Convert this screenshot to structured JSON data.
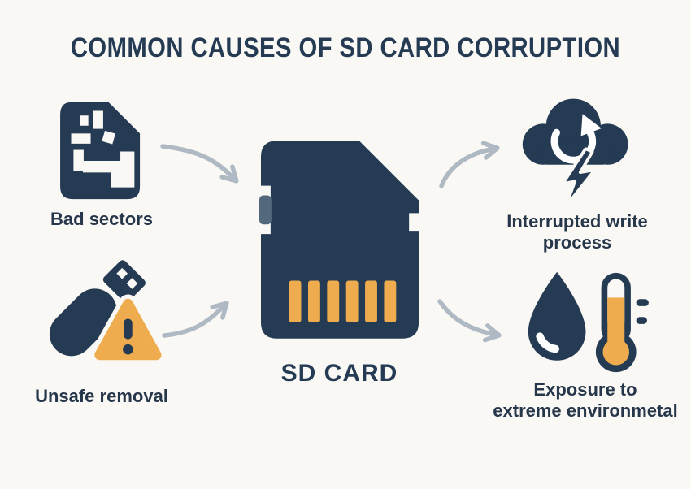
{
  "palette": {
    "background": "#FAF8F4",
    "navy": "#243B53",
    "orange": "#EFAC4E",
    "arrow_gray": "#AEB9C3",
    "slate": "#53687D",
    "text_navy": "#27374B"
  },
  "title": "COMMON CAUSES OF SD CARD CORRUPTION",
  "center": {
    "id": "sd-card",
    "label": "SD CARD",
    "icon": "sd-card-icon"
  },
  "causes": [
    {
      "id": "bad-sectors",
      "label": "Bad sectors",
      "icon": "bad-sectors-card-icon",
      "position": "top-left"
    },
    {
      "id": "unsafe-removal",
      "label": "Unsafe removal",
      "icon": "usb-drive-warning-icon",
      "position": "bottom-left"
    },
    {
      "id": "interrupted-write",
      "label": "Interrupted write\nprocess",
      "icon": "cloud-sync-lightning-icon",
      "position": "top-right"
    },
    {
      "id": "extreme-environment",
      "label": "Exposure to\nextreme environmetal",
      "icon": "water-drop-thermometer-icon",
      "position": "bottom-right"
    }
  ],
  "arrows": [
    {
      "from": "bad-sectors",
      "to": "sd-card"
    },
    {
      "from": "unsafe-removal",
      "to": "sd-card"
    },
    {
      "from": "sd-card",
      "to": "interrupted-write"
    },
    {
      "from": "sd-card",
      "to": "extreme-environment"
    }
  ]
}
